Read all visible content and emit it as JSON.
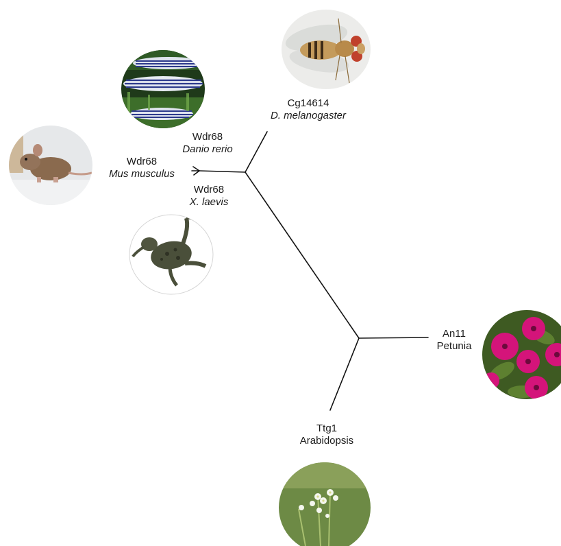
{
  "taxa": [
    {
      "gene": "Cg14614",
      "species": "D. melanogaster",
      "species_italic": true,
      "photo": "fruit-fly-photo"
    },
    {
      "gene": "Wdr68",
      "species": "Danio rerio",
      "species_italic": true,
      "photo": "zebrafish-photo"
    },
    {
      "gene": "Wdr68",
      "species": "Mus musculus",
      "species_italic": true,
      "photo": "mouse-photo"
    },
    {
      "gene": "Wdr68",
      "species": "X. laevis",
      "species_italic": true,
      "photo": "frog-photo"
    },
    {
      "gene": "An11",
      "species": "Petunia",
      "species_italic": false,
      "photo": "petunia-photo"
    },
    {
      "gene": "Ttg1",
      "species": "Arabidopsis",
      "species_italic": false,
      "photo": "arabidopsis-photo"
    }
  ],
  "colors": {
    "branch": "#111111",
    "fly_body": "#b88a4a",
    "fly_eye": "#c0412c",
    "zebrafish_stripe": "#2d3a8c",
    "mouse_fur": "#8a6a4e",
    "frog_skin": "#4a4f3a",
    "petunia": "#d4147a",
    "arabidopsis_leaf": "#5f7d35"
  }
}
